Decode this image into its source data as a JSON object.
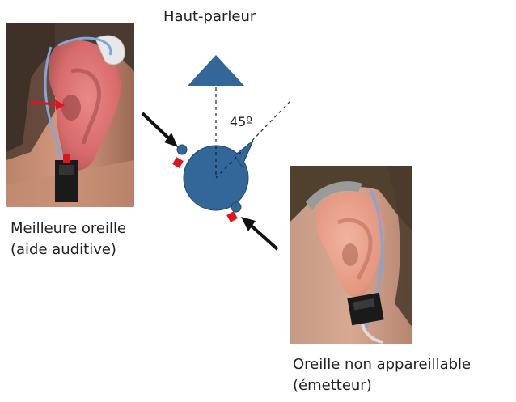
{
  "title": "Haut-parleur",
  "angle_label": "45º",
  "left_caption": {
    "line1": "Meilleure oreille",
    "line2": "(aide auditive)"
  },
  "right_caption": {
    "line1": "Oreille non appareillable",
    "line2": "(émetteur)"
  },
  "colors": {
    "diagram_blue": "#336699",
    "marker_red": "#e0141e",
    "arrow_black": "#111111",
    "text": "#222222"
  },
  "icons": [
    "speaker-icon",
    "head-circle",
    "black-arrow",
    "red-arrow"
  ]
}
